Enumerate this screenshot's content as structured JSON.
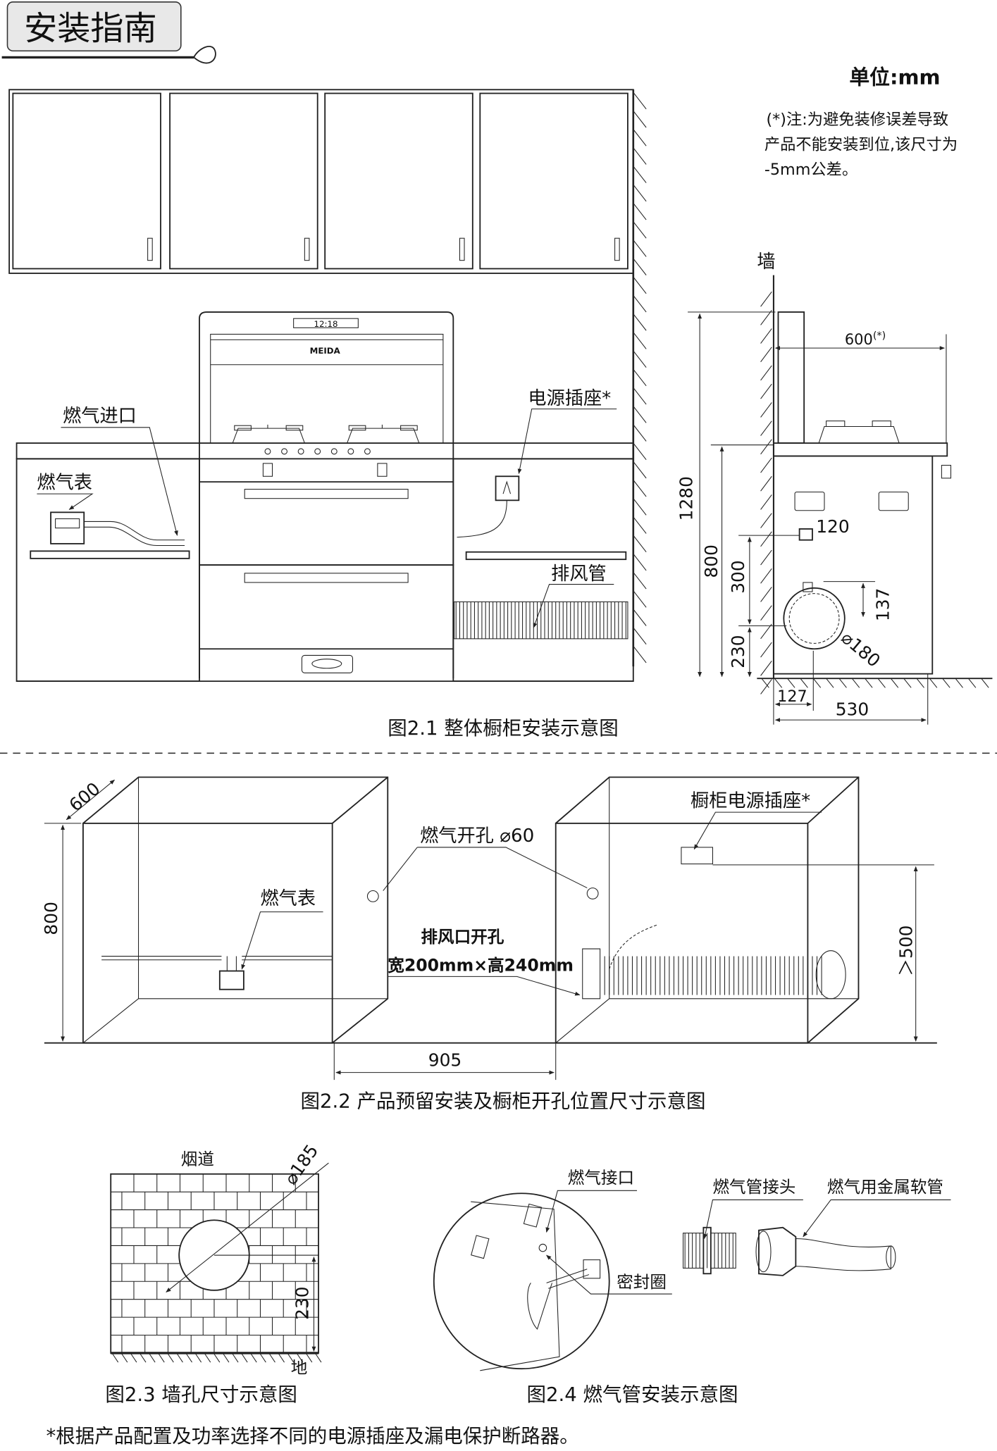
{
  "header": {
    "title": "安装指南",
    "unit": "单位:mm",
    "note": [
      "(*)注:为避免装修误差导致",
      "产品不能安装到位,该尺寸为",
      "-5mm公差。"
    ]
  },
  "fig1": {
    "brand": "MEIDA",
    "display": "12:18",
    "gas_inlet": "燃气进口",
    "gas_meter": "燃气表",
    "power_socket": "电源插座*",
    "exhaust_pipe": "排风管",
    "wall": "墙",
    "d600": "600",
    "d600_note": "(*)",
    "d120": "120",
    "d1280": "1280",
    "d800": "800",
    "d300": "300",
    "d137": "137",
    "d230": "230",
    "d180": "⌀180",
    "d127": "127",
    "d530": "530",
    "caption": "图2.1 整体橱柜安装示意图"
  },
  "fig2": {
    "d600": "600",
    "d800": "800",
    "gas_hole": "燃气开孔 ⌀60",
    "gas_meter": "燃气表",
    "exhaust_hole": "排风口开孔",
    "exhaust_size": "宽200mm×高240mm",
    "socket": "橱柜电源插座*",
    "d500": "＞500",
    "d905": "905",
    "caption": "图2.2 产品预留安装及橱柜开孔位置尺寸示意图"
  },
  "fig3": {
    "flue": "烟道",
    "d185": "⌀185",
    "d230": "230",
    "ground": "地",
    "caption": "图2.3 墙孔尺寸示意图"
  },
  "fig4": {
    "gas_port": "燃气接口",
    "seal": "密封圈",
    "connector": "燃气管接头",
    "hose": "燃气用金属软管",
    "caption": "图2.4 燃气管安装示意图"
  },
  "footnote": "*根据产品配置及功率选择不同的电源插座及漏电保护断路器。"
}
